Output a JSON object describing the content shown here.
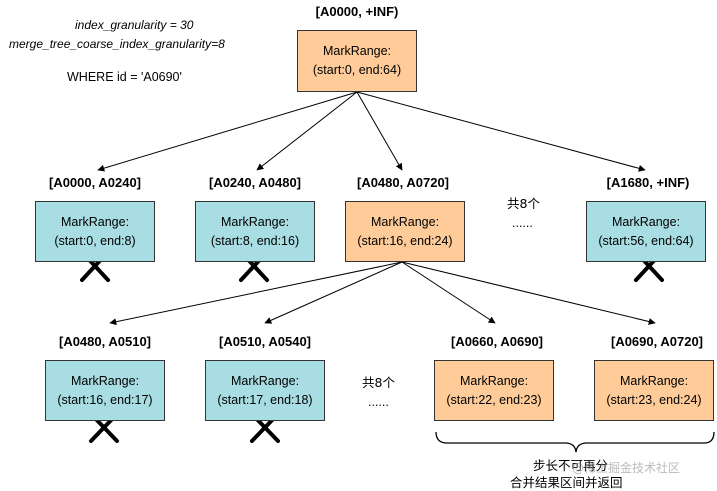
{
  "params": {
    "index_granularity": "index_granularity = 30",
    "merge_tree_coarse": "merge_tree_coarse_index_granularity=8",
    "where": "WHERE id = 'A0690'"
  },
  "root": {
    "range": "[A0000, +INF)",
    "title": "MarkRange:",
    "detail": "(start:0, end:64)"
  },
  "level1": [
    {
      "range": "[A0000, A0240]",
      "title": "MarkRange:",
      "detail": "(start:0, end:8)",
      "pruned": true
    },
    {
      "range": "[A0240, A0480]",
      "title": "MarkRange:",
      "detail": "(start:8, end:16)",
      "pruned": true
    },
    {
      "range": "[A0480, A0720]",
      "title": "MarkRange:",
      "detail": "(start:16, end:24)",
      "pruned": false
    },
    {
      "range": "[A1680, +INF)",
      "title": "MarkRange:",
      "detail": "(start:56, end:64)",
      "pruned": true
    }
  ],
  "level1_note": {
    "count": "共8个",
    "ellipsis": "......"
  },
  "level2": [
    {
      "range": "[A0480, A0510]",
      "title": "MarkRange:",
      "detail": "(start:16, end:17)",
      "pruned": true
    },
    {
      "range": "[A0510, A0540]",
      "title": "MarkRange:",
      "detail": "(start:17, end:18)",
      "pruned": true
    },
    {
      "range": "[A0660, A0690]",
      "title": "MarkRange:",
      "detail": "(start:22, end:23)",
      "pruned": false
    },
    {
      "range": "[A0690, A0720]",
      "title": "MarkRange:",
      "detail": "(start:23, end:24)",
      "pruned": false
    }
  ],
  "level2_note": {
    "count": "共8个",
    "ellipsis": "......"
  },
  "brace_note": {
    "line1": "步长不可再分",
    "line2": "合并结果区间并返回"
  },
  "watermark": "@稀土掘金技术社区",
  "colors": {
    "orange_box": "#ffcc99",
    "blue_box": "#a8dde3",
    "line": "#000000"
  }
}
